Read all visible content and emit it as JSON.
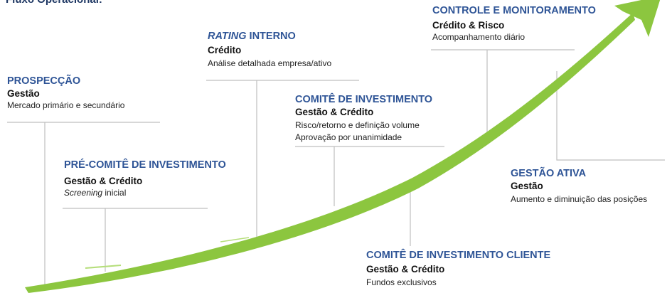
{
  "title": "Fluxo Operacional:",
  "steps": [
    {
      "heading": "PROSPECÇÃO",
      "role": "Gestão",
      "desc": "Mercado primário e secundário"
    },
    {
      "heading": "PRÉ-COMITÊ DE INVESTIMENTO",
      "role": "Gestão & Crédito",
      "desc_em": "Screening",
      "desc": " inicial"
    },
    {
      "heading_em": "RATING",
      "heading": " INTERNO",
      "role": "Crédito",
      "desc": "Análise detalhada empresa/ativo"
    },
    {
      "heading": "COMITÊ DE INVESTIMENTO",
      "role": "Gestão & Crédito",
      "desc": "Risco/retorno e definição volume",
      "desc2": "Aprovação por unanimidade"
    },
    {
      "heading": "COMITÊ DE INVESTIMENTO CLIENTE",
      "role": "Gestão & Crédito",
      "desc": "Fundos exclusivos"
    },
    {
      "heading": "CONTROLE E MONITORAMENTO",
      "role": "Crédito & Risco",
      "desc": "Acompanhamento diário"
    },
    {
      "heading": "GESTÃO ATIVA",
      "role": "Gestão",
      "desc": "Aumento e diminuição das posições"
    }
  ],
  "colors": {
    "arrow": "#8cc63f",
    "heading": "#2e5496",
    "connector": "#bfbfbf"
  }
}
